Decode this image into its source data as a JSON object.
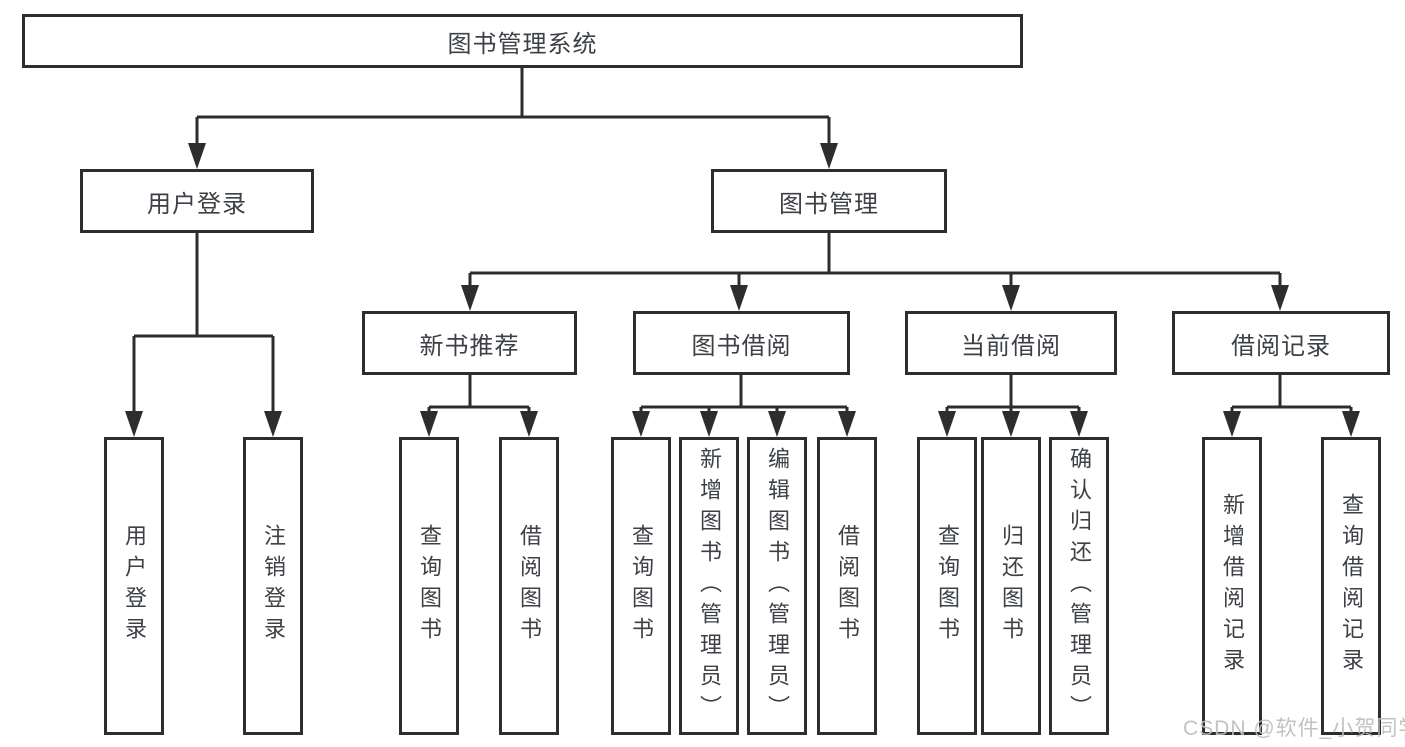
{
  "diagram": {
    "root": {
      "label": "图书管理系统",
      "children": [
        {
          "label": "用户登录",
          "children": [
            {
              "label": "用户登录"
            },
            {
              "label": "注销登录"
            }
          ]
        },
        {
          "label": "图书管理",
          "children": [
            {
              "label": "新书推荐",
              "children": [
                {
                  "label": "查询图书"
                },
                {
                  "label": "借阅图书"
                }
              ]
            },
            {
              "label": "图书借阅",
              "children": [
                {
                  "label": "查询图书"
                },
                {
                  "label": "新增图书（管理员）"
                },
                {
                  "label": "编辑图书（管理员）"
                },
                {
                  "label": "借阅图书"
                }
              ]
            },
            {
              "label": "当前借阅",
              "children": [
                {
                  "label": "查询图书"
                },
                {
                  "label": "归还图书"
                },
                {
                  "label": "确认归还（管理员）"
                }
              ]
            },
            {
              "label": "借阅记录",
              "children": [
                {
                  "label": "新增借阅记录"
                },
                {
                  "label": "查询借阅记录"
                }
              ]
            }
          ]
        }
      ]
    }
  },
  "watermark": {
    "text": "CSDN @软件_小贺同学"
  },
  "colors": {
    "line": "#2b2d2f",
    "text": "#3d4145",
    "watermark": "#bdbdbd",
    "background": "#ffffff"
  }
}
